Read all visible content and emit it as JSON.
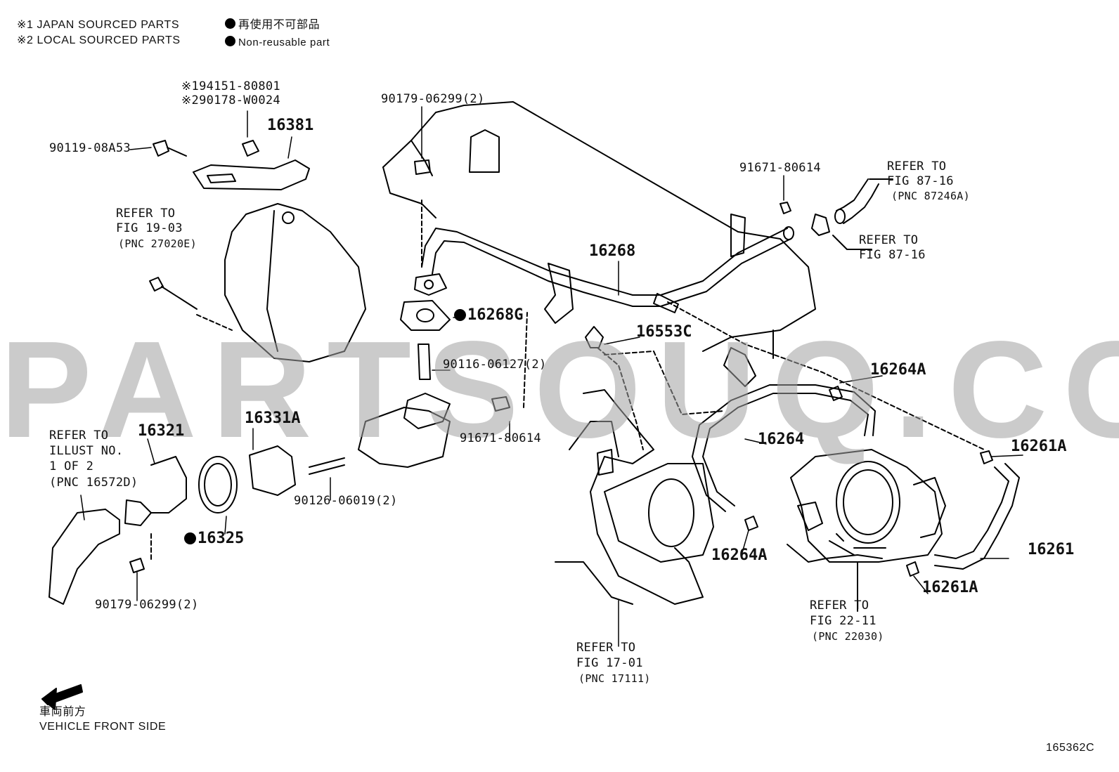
{
  "legend": {
    "note1": "※1 JAPAN SOURCED PARTS",
    "note2": "※2 LOCAL SOURCED PARTS",
    "nonreusable_jp": "再使用不可部品",
    "nonreusable_en": "Non-reusable part"
  },
  "labels": {
    "p194151": "※194151-80801",
    "p290178": "※290178-W0024",
    "p16381": "16381",
    "p90119": "90119-08A53",
    "p90179_top": "90179-06299(2)",
    "p91671_top": "91671-80614",
    "refer_87246a_1": "REFER TO",
    "refer_87246a_2": "FIG 87-16",
    "refer_87246a_3": "(PNC 87246A)",
    "refer_8716_1": "REFER TO",
    "refer_8716_2": "FIG 87-16",
    "refer_1903_1": "REFER TO",
    "refer_1903_2": "FIG 19-03",
    "refer_1903_3": "(PNC 27020E)",
    "p16268": "16268",
    "p16268g": "16268G",
    "p16553c": "16553C",
    "p90116": "90116-06127(2)",
    "p16264a_top": "16264A",
    "p91671_mid": "91671-80614",
    "p16264": "16264",
    "p16261a_top": "16261A",
    "refer_illust_1": "REFER TO",
    "refer_illust_2": "ILLUST NO.",
    "refer_illust_3": "1 OF 2",
    "refer_illust_4": "(PNC 16572D)",
    "p16321": "16321",
    "p16331a": "16331A",
    "p90126": "90126-06019(2)",
    "p16325": "16325",
    "p16264a_bot": "16264A",
    "p16261": "16261",
    "p16261a_bot": "16261A",
    "p90179_bot": "90179-06299(2)",
    "refer_2211_1": "REFER TO",
    "refer_2211_2": "FIG 22-11",
    "refer_2211_3": "(PNC 22030)",
    "refer_1701_1": "REFER TO",
    "refer_1701_2": "FIG 17-01",
    "refer_1701_3": "(PNC 17111)",
    "front_jp": "車両前方",
    "front_en": "VEHICLE FRONT SIDE",
    "fig_code": "165362C"
  },
  "watermark": "PARTSOUQ.COM"
}
